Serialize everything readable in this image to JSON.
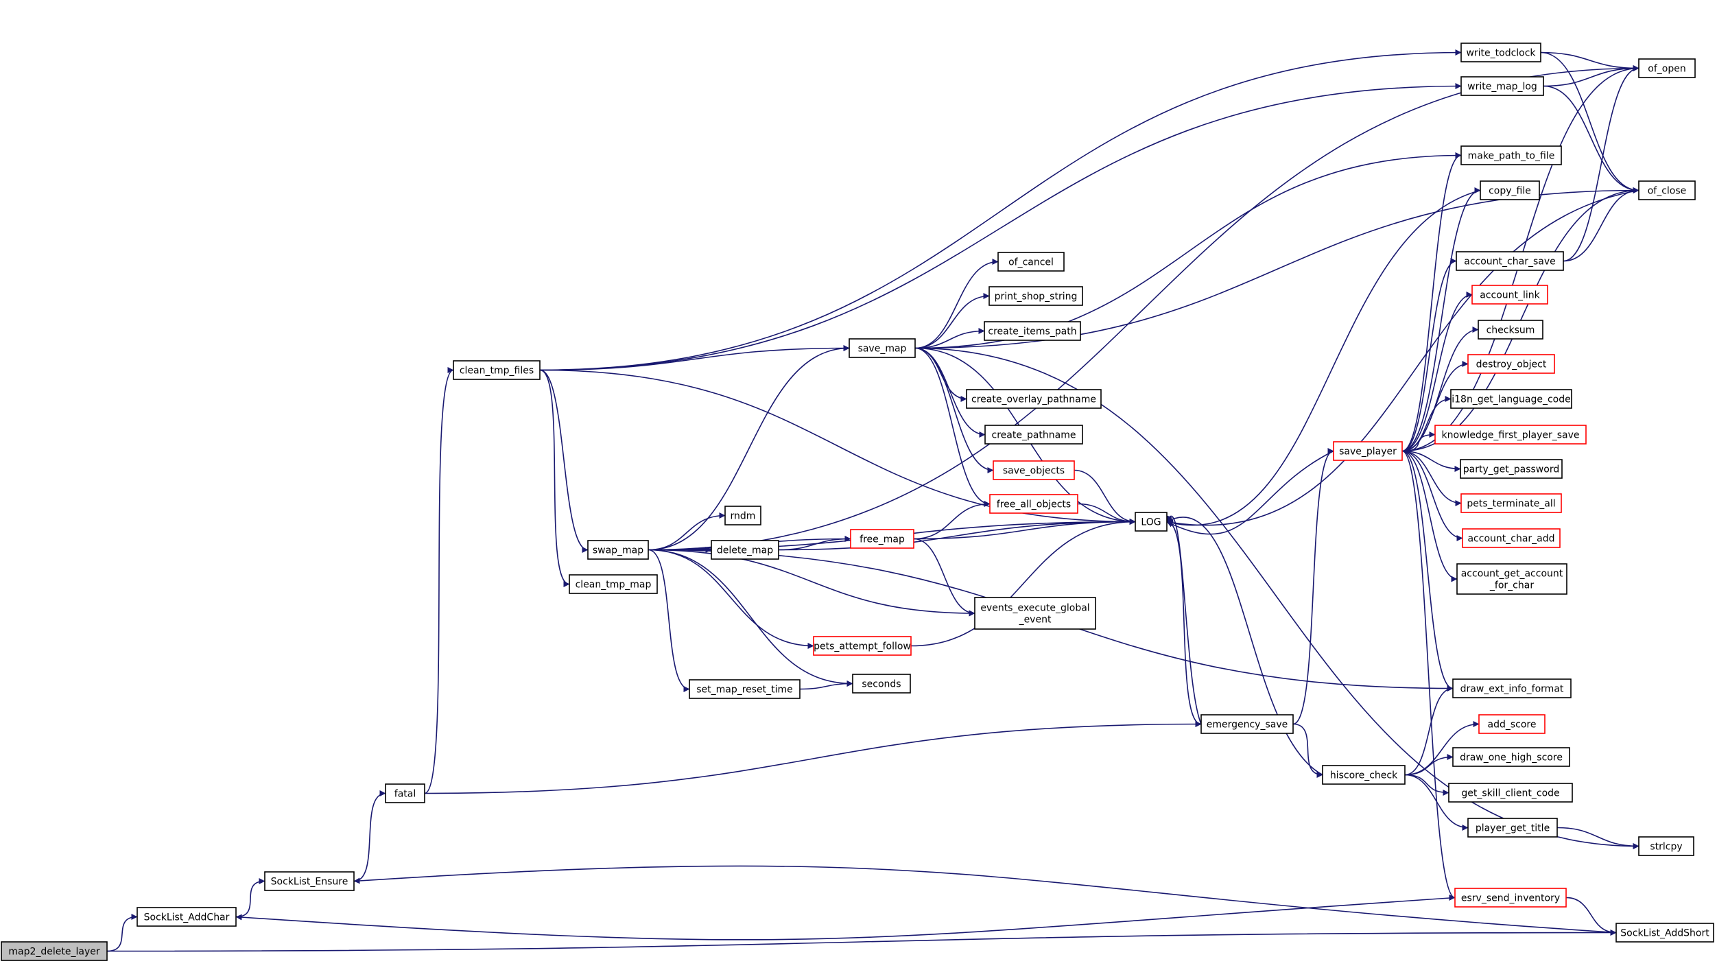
{
  "colors": {
    "edge": "#191970",
    "node_border": "#000000",
    "node_border_truncated": "#ff0000",
    "root_fill": "#bfbfbf",
    "node_fill": "#ffffff"
  },
  "graph": {
    "nodes": [
      {
        "id": "map2_delete_layer",
        "lines": [
          "map2_delete_layer"
        ],
        "root": true
      },
      {
        "id": "SockList_AddChar",
        "lines": [
          "SockList_AddChar"
        ]
      },
      {
        "id": "SockList_Ensure",
        "lines": [
          "SockList_Ensure"
        ]
      },
      {
        "id": "fatal",
        "lines": [
          "fatal"
        ]
      },
      {
        "id": "clean_tmp_files",
        "lines": [
          "clean_tmp_files"
        ]
      },
      {
        "id": "swap_map",
        "lines": [
          "swap_map"
        ]
      },
      {
        "id": "clean_tmp_map",
        "lines": [
          "clean_tmp_map"
        ]
      },
      {
        "id": "rndm",
        "lines": [
          "rndm"
        ]
      },
      {
        "id": "delete_map",
        "lines": [
          "delete_map"
        ]
      },
      {
        "id": "set_map_reset_time",
        "lines": [
          "set_map_reset_time"
        ]
      },
      {
        "id": "save_map",
        "lines": [
          "save_map"
        ]
      },
      {
        "id": "free_map",
        "lines": [
          "free_map"
        ],
        "truncated": true
      },
      {
        "id": "pets_attempt_follow",
        "lines": [
          "pets_attempt_follow"
        ],
        "truncated": true
      },
      {
        "id": "seconds",
        "lines": [
          "seconds"
        ]
      },
      {
        "id": "of_cancel",
        "lines": [
          "of_cancel"
        ]
      },
      {
        "id": "print_shop_string",
        "lines": [
          "print_shop_string"
        ]
      },
      {
        "id": "create_items_path",
        "lines": [
          "create_items_path"
        ]
      },
      {
        "id": "create_overlay_pathname",
        "lines": [
          "create_overlay_pathname"
        ]
      },
      {
        "id": "create_pathname",
        "lines": [
          "create_pathname"
        ]
      },
      {
        "id": "save_objects",
        "lines": [
          "save_objects"
        ],
        "truncated": true
      },
      {
        "id": "free_all_objects",
        "lines": [
          "free_all_objects"
        ],
        "truncated": true
      },
      {
        "id": "events_execute_global_event",
        "lines": [
          "events_execute_global",
          "_event"
        ]
      },
      {
        "id": "LOG",
        "lines": [
          "LOG"
        ]
      },
      {
        "id": "emergency_save",
        "lines": [
          "emergency_save"
        ]
      },
      {
        "id": "hiscore_check",
        "lines": [
          "hiscore_check"
        ]
      },
      {
        "id": "save_player",
        "lines": [
          "save_player"
        ],
        "truncated": true
      },
      {
        "id": "write_todclock",
        "lines": [
          "write_todclock"
        ]
      },
      {
        "id": "write_map_log",
        "lines": [
          "write_map_log"
        ]
      },
      {
        "id": "make_path_to_file",
        "lines": [
          "make_path_to_file"
        ]
      },
      {
        "id": "copy_file",
        "lines": [
          "copy_file"
        ]
      },
      {
        "id": "account_char_save",
        "lines": [
          "account_char_save"
        ]
      },
      {
        "id": "account_link",
        "lines": [
          "account_link"
        ],
        "truncated": true
      },
      {
        "id": "checksum",
        "lines": [
          "checksum"
        ]
      },
      {
        "id": "destroy_object",
        "lines": [
          "destroy_object"
        ],
        "truncated": true
      },
      {
        "id": "i18n_get_language_code",
        "lines": [
          "i18n_get_language_code"
        ]
      },
      {
        "id": "knowledge_first_player_save",
        "lines": [
          "knowledge_first_player_save"
        ],
        "truncated": true
      },
      {
        "id": "party_get_password",
        "lines": [
          "party_get_password"
        ]
      },
      {
        "id": "pets_terminate_all",
        "lines": [
          "pets_terminate_all"
        ],
        "truncated": true
      },
      {
        "id": "account_char_add",
        "lines": [
          "account_char_add"
        ],
        "truncated": true
      },
      {
        "id": "account_get_account_for_char",
        "lines": [
          "account_get_account",
          "_for_char"
        ]
      },
      {
        "id": "draw_ext_info_format",
        "lines": [
          "draw_ext_info_format"
        ]
      },
      {
        "id": "add_score",
        "lines": [
          "add_score"
        ],
        "truncated": true
      },
      {
        "id": "draw_one_high_score",
        "lines": [
          "draw_one_high_score"
        ]
      },
      {
        "id": "get_skill_client_code",
        "lines": [
          "get_skill_client_code"
        ]
      },
      {
        "id": "player_get_title",
        "lines": [
          "player_get_title"
        ]
      },
      {
        "id": "esrv_send_inventory",
        "lines": [
          "esrv_send_inventory"
        ],
        "truncated": true
      },
      {
        "id": "of_open",
        "lines": [
          "of_open"
        ]
      },
      {
        "id": "of_close",
        "lines": [
          "of_close"
        ]
      },
      {
        "id": "strlcpy",
        "lines": [
          "strlcpy"
        ]
      },
      {
        "id": "SockList_AddShort",
        "lines": [
          "SockList_AddShort"
        ]
      }
    ],
    "edges": [
      [
        "map2_delete_layer",
        "SockList_AddChar"
      ],
      [
        "map2_delete_layer",
        "SockList_AddShort"
      ],
      [
        "SockList_AddChar",
        "SockList_Ensure"
      ],
      [
        "SockList_Ensure",
        "fatal"
      ],
      [
        "fatal",
        "clean_tmp_files"
      ],
      [
        "fatal",
        "emergency_save"
      ],
      [
        "clean_tmp_files",
        "save_map"
      ],
      [
        "clean_tmp_files",
        "swap_map"
      ],
      [
        "clean_tmp_files",
        "clean_tmp_map"
      ],
      [
        "clean_tmp_files",
        "LOG"
      ],
      [
        "clean_tmp_files",
        "write_todclock"
      ],
      [
        "clean_tmp_files",
        "write_map_log"
      ],
      [
        "swap_map",
        "rndm"
      ],
      [
        "swap_map",
        "delete_map"
      ],
      [
        "swap_map",
        "free_map"
      ],
      [
        "swap_map",
        "save_map"
      ],
      [
        "swap_map",
        "events_execute_global_event"
      ],
      [
        "swap_map",
        "pets_attempt_follow"
      ],
      [
        "swap_map",
        "seconds"
      ],
      [
        "swap_map",
        "set_map_reset_time"
      ],
      [
        "swap_map",
        "LOG"
      ],
      [
        "swap_map",
        "draw_ext_info_format"
      ],
      [
        "swap_map",
        "of_open"
      ],
      [
        "delete_map",
        "free_map"
      ],
      [
        "delete_map",
        "LOG"
      ],
      [
        "set_map_reset_time",
        "seconds"
      ],
      [
        "save_map",
        "of_cancel"
      ],
      [
        "save_map",
        "print_shop_string"
      ],
      [
        "save_map",
        "create_items_path"
      ],
      [
        "save_map",
        "create_overlay_pathname"
      ],
      [
        "save_map",
        "create_pathname"
      ],
      [
        "save_map",
        "save_objects"
      ],
      [
        "save_map",
        "free_all_objects"
      ],
      [
        "save_map",
        "LOG"
      ],
      [
        "save_map",
        "make_path_to_file"
      ],
      [
        "save_map",
        "of_close"
      ],
      [
        "save_map",
        "strlcpy"
      ],
      [
        "free_map",
        "free_all_objects"
      ],
      [
        "free_map",
        "events_execute_global_event"
      ],
      [
        "free_map",
        "LOG"
      ],
      [
        "pets_attempt_follow",
        "LOG"
      ],
      [
        "save_objects",
        "LOG"
      ],
      [
        "free_all_objects",
        "LOG"
      ],
      [
        "LOG",
        "emergency_save"
      ],
      [
        "emergency_save",
        "LOG"
      ],
      [
        "emergency_save",
        "save_player"
      ],
      [
        "emergency_save",
        "hiscore_check"
      ],
      [
        "hiscore_check",
        "LOG"
      ],
      [
        "hiscore_check",
        "draw_ext_info_format"
      ],
      [
        "hiscore_check",
        "add_score"
      ],
      [
        "hiscore_check",
        "draw_one_high_score"
      ],
      [
        "hiscore_check",
        "get_skill_client_code"
      ],
      [
        "hiscore_check",
        "player_get_title"
      ],
      [
        "player_get_title",
        "strlcpy"
      ],
      [
        "save_player",
        "LOG"
      ],
      [
        "save_player",
        "make_path_to_file"
      ],
      [
        "save_player",
        "copy_file"
      ],
      [
        "save_player",
        "account_char_save"
      ],
      [
        "save_player",
        "account_link"
      ],
      [
        "save_player",
        "checksum"
      ],
      [
        "save_player",
        "destroy_object"
      ],
      [
        "save_player",
        "i18n_get_language_code"
      ],
      [
        "save_player",
        "knowledge_first_player_save"
      ],
      [
        "save_player",
        "party_get_password"
      ],
      [
        "save_player",
        "pets_terminate_all"
      ],
      [
        "save_player",
        "account_char_add"
      ],
      [
        "save_player",
        "account_get_account_for_char"
      ],
      [
        "save_player",
        "draw_ext_info_format"
      ],
      [
        "save_player",
        "esrv_send_inventory"
      ],
      [
        "save_player",
        "of_open"
      ],
      [
        "save_player",
        "of_close"
      ],
      [
        "copy_file",
        "LOG"
      ],
      [
        "write_todclock",
        "of_open"
      ],
      [
        "write_todclock",
        "of_close"
      ],
      [
        "write_map_log",
        "of_open"
      ],
      [
        "write_map_log",
        "of_close"
      ],
      [
        "account_char_save",
        "of_open"
      ],
      [
        "account_char_save",
        "of_close"
      ],
      [
        "of_close",
        "LOG"
      ],
      [
        "esrv_send_inventory",
        "SockList_AddChar"
      ],
      [
        "esrv_send_inventory",
        "SockList_AddShort"
      ],
      [
        "SockList_AddShort",
        "SockList_Ensure"
      ]
    ]
  }
}
